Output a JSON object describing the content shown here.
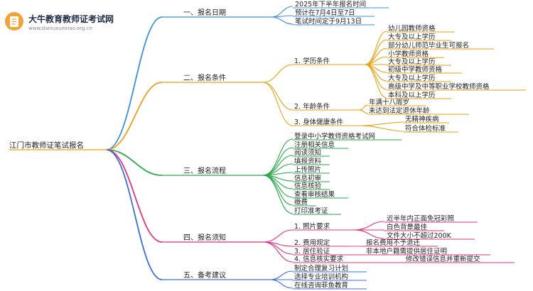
{
  "logo": {
    "title": "大牛教育教师证考试网",
    "url": "www.daniuxuexiao.org.cn"
  },
  "colors": {
    "s1": "#3d8fe0",
    "s2": "#e7a214",
    "s3": "#2aa84a",
    "s4": "#e23280",
    "s5": "#3a6fd8",
    "logo_bg": "#f0a43a"
  },
  "mindmap": {
    "root": "江门市教师证笔试报名",
    "sections": [
      {
        "label": "一、报名日期",
        "items": [
          "2025年下半年报名时间",
          "预计在7月4日至7日",
          "笔试时间定于9月13日"
        ]
      },
      {
        "label": "二、报名条件",
        "groups": [
          {
            "label": "1. 学历条件",
            "items": [
              "幼儿园教师资格",
              "大专及以上学历",
              "部分幼儿师范毕业生可报名",
              "小学教师资格",
              "大专及以上学历",
              "初级中学教师资格",
              "大专及以上学历",
              "高级中学及中等职业学校教师资格",
              "本科及以上学历"
            ]
          },
          {
            "label": "2. 年龄条件",
            "items": [
              "年满十八周岁",
              "未达到法定退休年龄"
            ]
          },
          {
            "label": "3. 身体健康条件",
            "items": [
              "无精神疾病",
              "符合体检标准"
            ]
          }
        ]
      },
      {
        "label": "三、报名流程",
        "items": [
          "登录中小学教师资格考试网",
          "注册相关信息",
          "阅读须知",
          "填报资料",
          "上传照片",
          "信息初审",
          "信息核验",
          "查看审核结果",
          "缴费",
          "打印准考证"
        ]
      },
      {
        "label": "四、报名须知",
        "groups": [
          {
            "label": "1. 照片要求",
            "items": [
              "近半年内正面免冠彩照",
              "白色背景最佳",
              "文件大小不超过200K"
            ]
          },
          {
            "label": "2. 费用规定",
            "items": [
              "报名费用不予退还"
            ]
          },
          {
            "label": "3. 居住验证",
            "items": [
              "非本地户籍需提供居住证明"
            ]
          },
          {
            "label": "4. 信息核实要求",
            "items": [
              "修改错误信息并重新提交"
            ]
          }
        ]
      },
      {
        "label": "五、备考建议",
        "items": [
          "制定合理复习计划",
          "选择专业培训机构",
          "在线咨询菲鱼教育"
        ]
      }
    ]
  }
}
